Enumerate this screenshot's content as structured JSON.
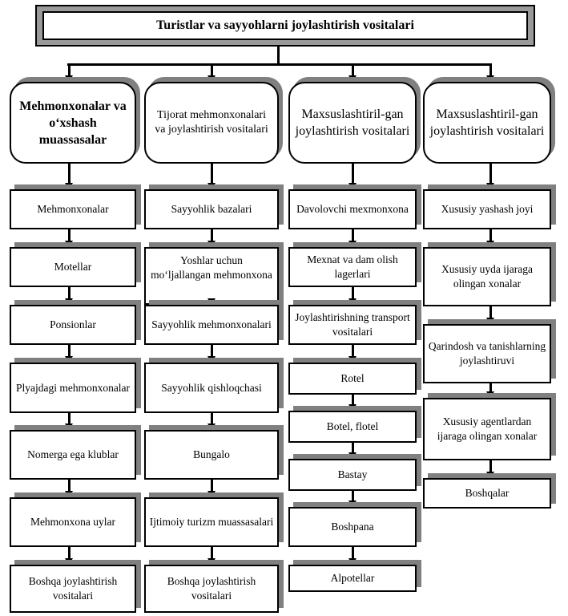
{
  "title": "Turistlar va sayyohlarni joylashtirish vositalari",
  "columns": [
    {
      "header": "Mehmonxonalar va oʻxshash muassasalar",
      "header_style": "bold",
      "items": [
        "Mehmonxonalar",
        "Motellar",
        "Ponsionlar",
        "Plyajdagi mehmonxonalar",
        "Nomerga ega klublar",
        "Mehmonxona uylar",
        "Boshqa joylashtirish vositalari"
      ]
    },
    {
      "header": "Tijorat mehmonxonalari va joylashtirish vositalari",
      "header_style": "plain",
      "items": [
        "Sayyohlik bazalari",
        "Yoshlar uchun moʻljallangan mehmonxona",
        "Sayyohlik mehmonxonalari",
        "Sayyohlik qishloqchasi",
        "Bungalo",
        "Ijtimoiy turizm muassasalari",
        "Boshqa joylashtirish vositalari"
      ]
    },
    {
      "header": "Maxsuslashtiril-gan joylashtirish vositalari",
      "header_style": "normal",
      "items": [
        "Davolovchi mexmonxona",
        "Mexnat va dam olish lagerlari",
        "Joylashtirishning transport vositalari",
        "Rotel",
        "Botel, flotel",
        "Bastay",
        "Boshpana",
        "Alpotellar"
      ]
    },
    {
      "header": "Maxsuslashtiril-gan joylashtirish vositalari",
      "header_style": "normal",
      "items": [
        "Xususiy yashash joyi",
        "Xususiy uyda ijaraga olingan xonalar",
        "Qarindosh va tanishlarning joylashtiruvi",
        "Xususiy agentlardan ijaraga olingan xonalar",
        "Boshqalar"
      ]
    }
  ]
}
